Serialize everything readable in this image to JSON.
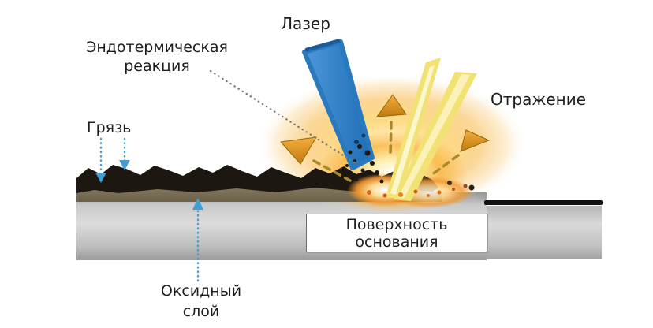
{
  "diagram": {
    "type": "laser-cleaning-process-diagram",
    "labels": {
      "laser": "Лазер",
      "endothermic_reaction": "Эндотермическая\nреакция",
      "dirt": "Грязь",
      "reflection": "Отражение",
      "surface": "Поверхность\nоснования",
      "oxide_layer": "Оксидный\nслой"
    },
    "icons": {
      "laser_beam": "blue-laser-beam",
      "reflection_beams": "yellow-reflection-beams",
      "ejecta_arrows": "orange-triangle-arrows",
      "annotation_arrows": "blue-dotted-arrows",
      "pointer_line": "gray-dotted-pointer"
    },
    "colors": {
      "background": "#ffffff",
      "laser_beam": "#2979bf",
      "laser_beam_dark": "#1b5a9b",
      "reflection_beam": "#f2e173",
      "reflection_beam_light": "#fbf6cc",
      "glow_core": "#ffffff",
      "glow_mid": "#fcd97e",
      "glow_outer": "#f6bc52",
      "arrow_orange": "#e2951f",
      "arrow_dash": "#a8892c",
      "dirt_layer": "#1c1711",
      "oxide_layer": "#7d7257",
      "substrate_light": "#dcdcdc",
      "substrate_dark": "#9a9a9a",
      "surface_edge": "#111111",
      "annotation_blue": "#3f9fd4",
      "annotation_gray": "#7a7a7a",
      "text": "#1e1e1e"
    }
  }
}
